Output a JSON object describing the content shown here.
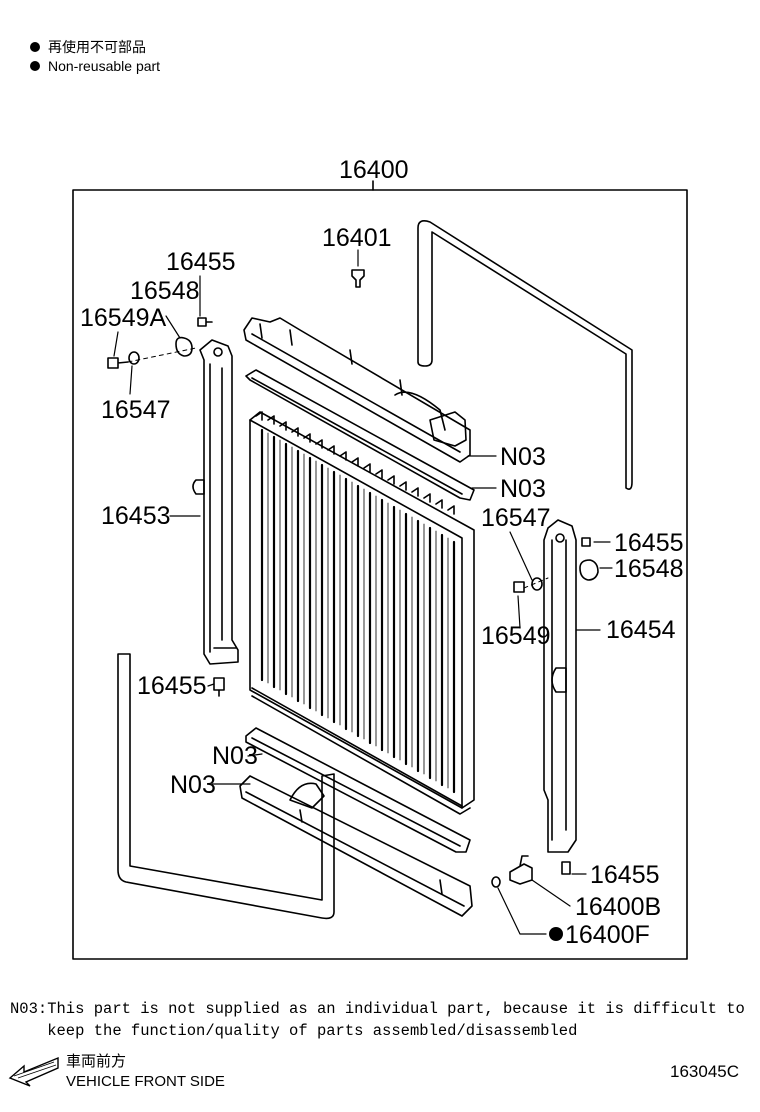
{
  "legend": {
    "jp": "再使用不可部品",
    "en": "Non-reusable part"
  },
  "assembly_label": "16400",
  "parts": {
    "p16401": "16401",
    "p16455_a": "16455",
    "p16548_a": "16548",
    "p16549A": "16549A",
    "p16547_a": "16547",
    "p16453": "16453",
    "p16455_b": "16455",
    "n03_a": "N03",
    "n03_b": "N03",
    "p16547_b": "16547",
    "p16455_c": "16455",
    "p16548_b": "16548",
    "p16549": "16549",
    "p16454": "16454",
    "n03_c": "N03",
    "n03_d": "N03",
    "p16455_d": "16455",
    "p16400B": "16400B",
    "p16400F": "16400F"
  },
  "note": {
    "line1": "N03:This part is not supplied as an individual part, because it is difficult to",
    "line2": "    keep the function/quality of parts assembled/disassembled"
  },
  "vehicle_front": {
    "jp": "車両前方",
    "en": "VEHICLE FRONT SIDE"
  },
  "figure_id": "163045C"
}
